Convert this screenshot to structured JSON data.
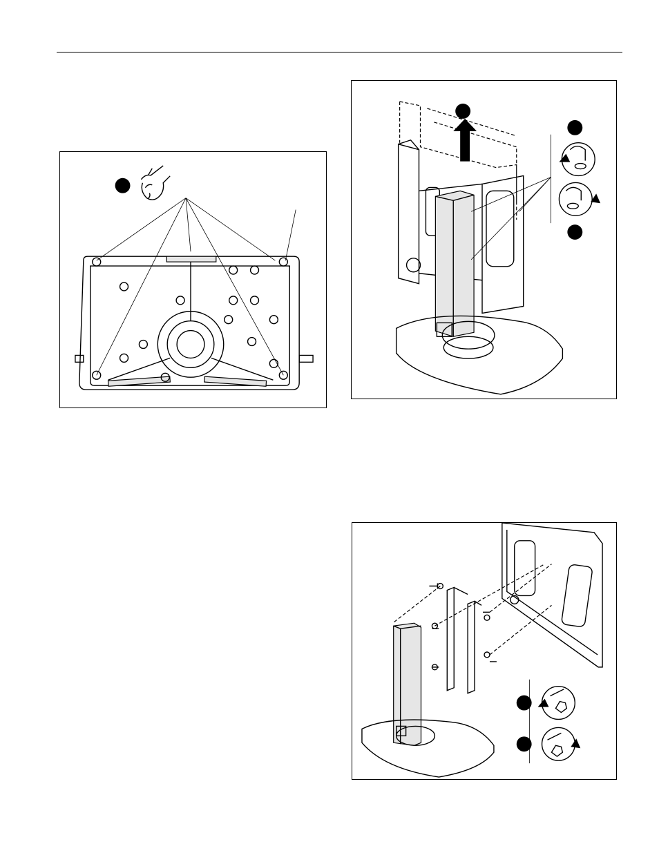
{
  "page": {
    "figures": [
      {
        "id": "fig1",
        "subject": "stand-base-underside",
        "callouts": 1
      },
      {
        "id": "fig2",
        "subject": "column-lift-with-bolts",
        "callouts": 3
      },
      {
        "id": "fig3",
        "subject": "column-bracket-attachment",
        "callouts": 2
      }
    ]
  },
  "icons": {
    "hand": "hand-pinch-icon",
    "arrow": "arrow-up-icon",
    "loosen": "loosen-counterclockwise-icon",
    "tighten": "tighten-clockwise-icon",
    "wrench_loosen": "wrench-loosen-icon",
    "wrench_tighten": "wrench-tighten-icon"
  },
  "colors": {
    "line": "#000000",
    "shade": "#e6e6e6",
    "paper": "#ffffff"
  }
}
